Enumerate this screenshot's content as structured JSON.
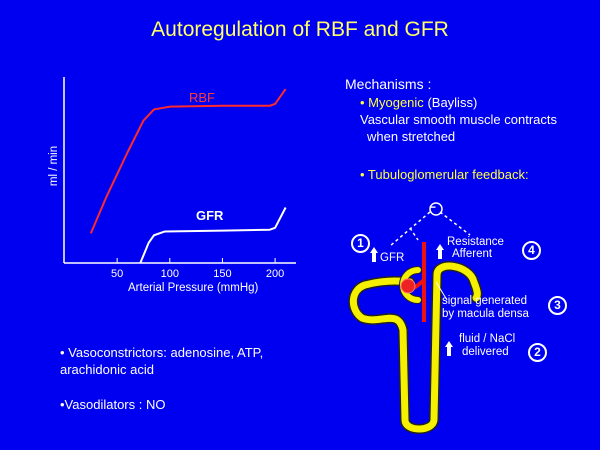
{
  "title": "Autoregulation of RBF and GFR",
  "chart_data": {
    "type": "line",
    "title": "",
    "xlabel": "Arterial  Pressure  (mmHg)",
    "ylabel": "ml / min",
    "xticks": [
      "50",
      "100",
      "150",
      "200"
    ],
    "xlim": [
      0,
      220
    ],
    "ylim": [
      0,
      100
    ],
    "series": [
      {
        "name": "RBF",
        "color": "#ff2a2a",
        "points": [
          [
            25,
            16
          ],
          [
            40,
            36
          ],
          [
            60,
            60
          ],
          [
            75,
            77
          ],
          [
            85,
            83
          ],
          [
            100,
            84.5
          ],
          [
            150,
            85
          ],
          [
            195,
            85
          ],
          [
            200,
            86
          ],
          [
            210,
            94
          ]
        ]
      },
      {
        "name": "GFR",
        "color": "#ffffff",
        "points": [
          [
            72,
            0
          ],
          [
            80,
            11
          ],
          [
            85,
            15
          ],
          [
            95,
            17
          ],
          [
            150,
            17.5
          ],
          [
            195,
            18
          ],
          [
            200,
            19
          ],
          [
            210,
            30
          ]
        ]
      }
    ]
  },
  "mechanisms": {
    "heading": "Mechanisms :",
    "myogenic_label": "• Myogenic",
    "myogenic_note": "(Bayliss)",
    "myogenic_line1": "Vascular smooth muscle contracts",
    "myogenic_line2": "when stretched",
    "tgf_label": "• Tubuloglomerular feedback:"
  },
  "diagram": {
    "minus": "−",
    "steps": [
      "1",
      "2",
      "3",
      "4"
    ],
    "gfr": "GFR",
    "resistance": "Resistance",
    "afferent": "Afferent",
    "signal1": "signal generated",
    "signal2": "by macula densa",
    "fluid1": "fluid / NaCl",
    "fluid2": "delivered"
  },
  "notes": {
    "vasoconstrictors1": "• Vasoconstrictors:  adenosine, ATP,",
    "vasoconstrictors2": "arachidonic acid",
    "vasodilators": "•Vasodilators : NO"
  }
}
